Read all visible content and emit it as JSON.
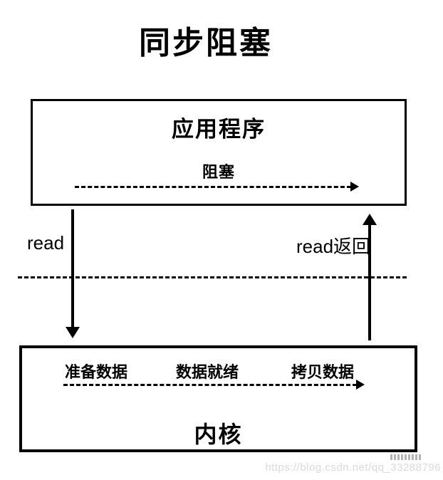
{
  "page": {
    "title": "同步阻塞"
  },
  "app_box": {
    "title": "应用程序",
    "blocking_label": "阻塞"
  },
  "left_flow": {
    "label": "read"
  },
  "right_flow": {
    "label": "read返回"
  },
  "kernel_box": {
    "title": "内核",
    "stages": [
      "准备数据",
      "数据就绪",
      "拷贝数据"
    ]
  },
  "watermark": {
    "url": "https://blog.csdn.net/qq_33288796"
  },
  "colors": {
    "line": "#000000",
    "background": "#ffffff",
    "watermark": "#dadada"
  }
}
